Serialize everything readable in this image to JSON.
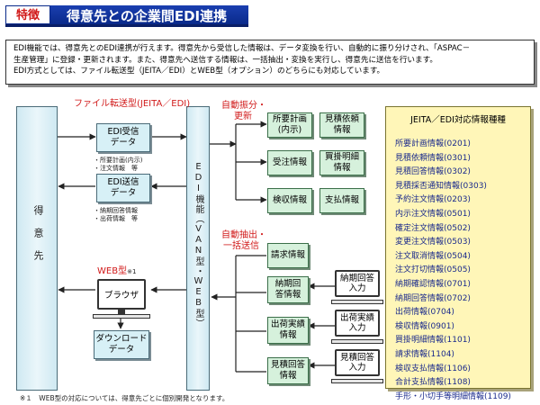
{
  "header": {
    "badge": "特徴",
    "title": "得意先との企業間EDI連携"
  },
  "intro": {
    "line1": "EDI機能では、得意先とのEDI連携が行えます。得意先から受信した情報は、データ変換を行い、自動的に振り分けされ、「ASPAC－",
    "line2": "生産管理」に登録・更新されます。また、得意先へ送信する情報は、一括抽出・変換を実行し、得意先に送信を行います。",
    "line3": "EDI方式としては、ファイル転送型（JEITA／EDI）とWEB型（オプション）のどちらにも対応しています。"
  },
  "left_column": {
    "label": "得意先"
  },
  "edi_column": {
    "label": "EDI機能（VAN型・WEB型）"
  },
  "file_section": {
    "label": "ファイル転送型(JEITA／EDI)",
    "recv": {
      "line1": "EDI受信",
      "line2": "データ",
      "sub1": "・所要計画(内示)",
      "sub2": "・注文情報　等"
    },
    "send": {
      "line1": "EDI送信",
      "line2": "データ",
      "sub1": "・納期回答情報",
      "sub2": "・出荷情報　等"
    }
  },
  "web_section": {
    "label": "WEB型",
    "note_mark": "※1",
    "browser": "ブラウザ",
    "download": {
      "line1": "ダウンロード",
      "line2": "データ"
    }
  },
  "auto_dist": {
    "line1": "自動振分・",
    "line2": "更新"
  },
  "auto_extract": {
    "line1": "自動抽出・",
    "line2": "一括送信"
  },
  "recv_boxes": [
    {
      "line1": "所要計画",
      "line2": "(内示)"
    },
    {
      "line1": "見積依頼",
      "line2": "情報"
    },
    {
      "line1": "受注情報",
      "line2": ""
    },
    {
      "line1": "買掛明細",
      "line2": "情報"
    },
    {
      "line1": "検収情報",
      "line2": ""
    },
    {
      "line1": "支払情報",
      "line2": ""
    }
  ],
  "send_boxes": [
    {
      "line1": "請求情報",
      "line2": ""
    },
    {
      "line1": "納期回",
      "line2": "答情報"
    },
    {
      "line1": "出荷実績",
      "line2": "情報"
    },
    {
      "line1": "見積回答",
      "line2": "情報"
    }
  ],
  "input_monitors": [
    {
      "line1": "納期回答",
      "line2": "入力"
    },
    {
      "line1": "出荷実績",
      "line2": "入力"
    },
    {
      "line1": "見積回答",
      "line2": "入力"
    }
  ],
  "jeita_list": {
    "title": "JEITA／EDI対応情報種種",
    "items": [
      "所要計画情報(0201)",
      "見積依頼情報(0301)",
      "見積回答情報(0302)",
      "見積採否通知情報(0303)",
      "予約注文情報(0203)",
      "内示注文情報(0501)",
      "確定注文情報(0502)",
      "変更注文情報(0503)",
      "注文取消情報(0504)",
      "注文打切情報(0505)",
      "納期確認情報(0701)",
      "納期回答情報(0702)",
      "出荷情報(0704)",
      "検収情報(0901)",
      "買掛明細情報(1101)",
      "請求情報(1104)",
      "検収支払情報(1106)",
      "合計支払情報(1108)",
      "手形・小切手等明細情報(1109)"
    ]
  },
  "footnote": "※１　WEB型の対応については、得意先ごとに個別開発となります。",
  "colors": {
    "title_blue": "#0a2a8a",
    "accent_red": "#d11a1a",
    "list_text": "#1a2a8c",
    "recv_box": "#d7f0f6",
    "green_box": "#d6f1dc",
    "list_bg": "#fff6b8"
  }
}
